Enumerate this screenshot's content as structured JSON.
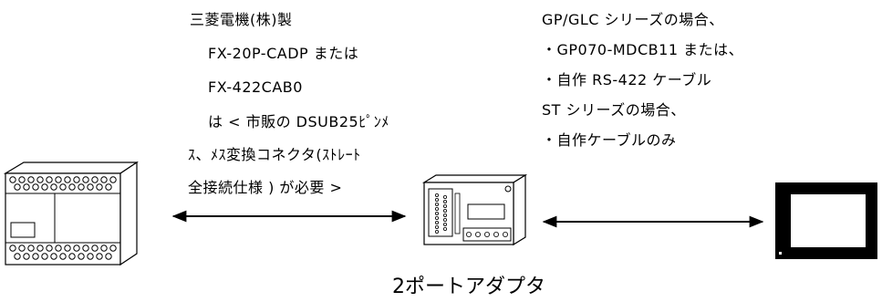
{
  "left_note": {
    "lines": [
      "三菱電機(株)製",
      "FX-20P-CADP または",
      "FX-422CAB0",
      "は < 市販の DSUB25ﾋﾟﾝﾒ",
      "ｽ、ﾒｽ変換コネクタ(ｽﾄﾚｰﾄ",
      "全接続仕様 ) が必要 >"
    ]
  },
  "right_note": {
    "lines": [
      "GP/GLC シリーズの場合、",
      "・GP070-MDCB11 または、",
      "・自作 RS-422 ケーブル",
      "ST シリーズの場合、",
      "・自作ケーブルのみ"
    ]
  },
  "adapter_caption": "2ポートアダプタ",
  "devices": {
    "plc": "plc-unit-icon",
    "adapter": "two-port-adapter-icon",
    "display": "display-panel-icon"
  }
}
